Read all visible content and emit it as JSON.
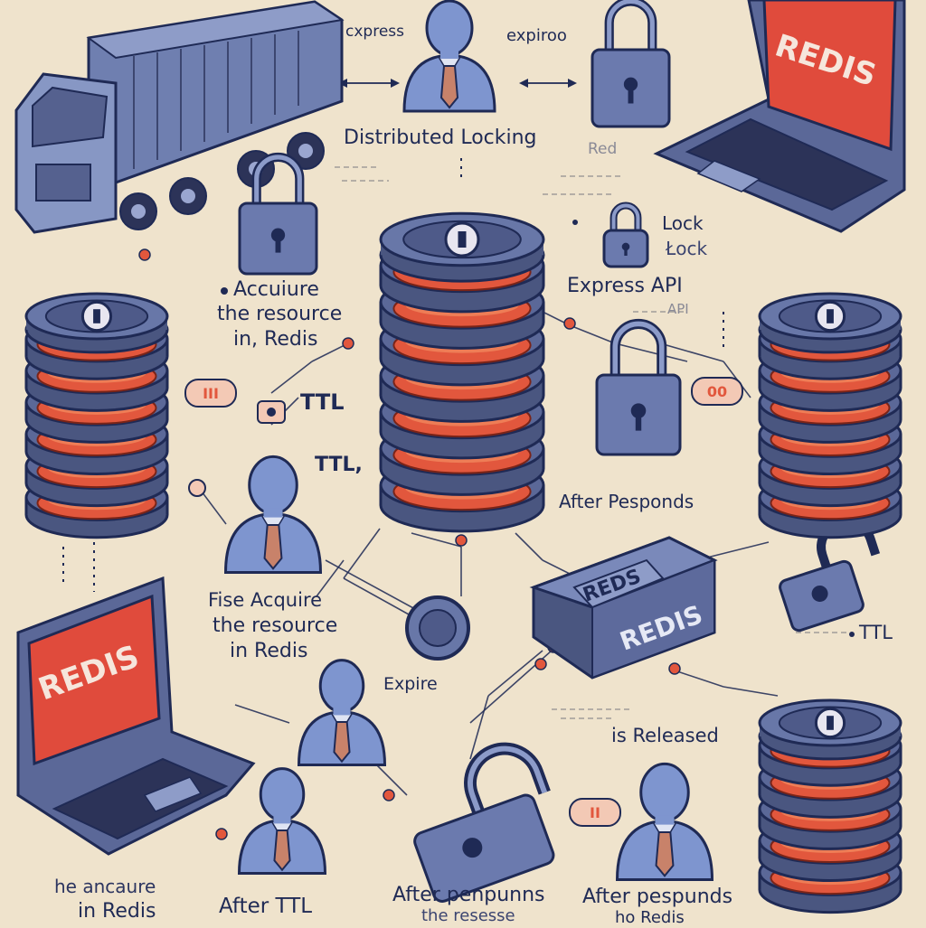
{
  "diagram": {
    "title": "Distributed Locking",
    "colors": {
      "background": "#efe3cc",
      "ink": "#1f2a55",
      "server_body": "#4a5680",
      "server_glow": "#e2573d",
      "screen_red": "#e04b3c",
      "person": "#7e95cf",
      "tie": "#c8826a",
      "truck": "#6f7fb0"
    },
    "labels": {
      "express_top": "cxpress",
      "expire_top": "expiroo",
      "red_faint": "Red",
      "lock_1": "Lock",
      "lock_2": "Łock",
      "express_api": "Express API",
      "api_faint": "API",
      "acquire_1": "Accuiure",
      "acquire_2": "the resource",
      "acquire_3": "in, Redis",
      "ttl_a": "TTL",
      "ttl_b": "TTL,",
      "after_responds": "After Pesponds",
      "acquire_b1": "Fise Acquire",
      "acquire_b2": "the resource",
      "acquire_b3": "in Redis",
      "expire": "Expire",
      "ttl_right": "TTL",
      "is_released": "is Released",
      "bottom_1a": "he ancaure",
      "bottom_1b": "in Redis",
      "bottom_after_ttl": "After TTL",
      "bottom_2a": "After penpunns",
      "bottom_2b": "the resesse",
      "bottom_3a": "After pespunds",
      "bottom_3b": "ho Redis",
      "badge_left": "III",
      "badge_right": "00"
    },
    "redis_screens": [
      "REDIS",
      "REDIS"
    ],
    "redis_box_labels": [
      "REDS",
      "REDIS"
    ],
    "icons": [
      "truck-icon",
      "person-icon",
      "padlock-icon",
      "laptop-icon",
      "redis-server-stack-icon",
      "redis-box-icon",
      "node-dot-icon"
    ]
  }
}
